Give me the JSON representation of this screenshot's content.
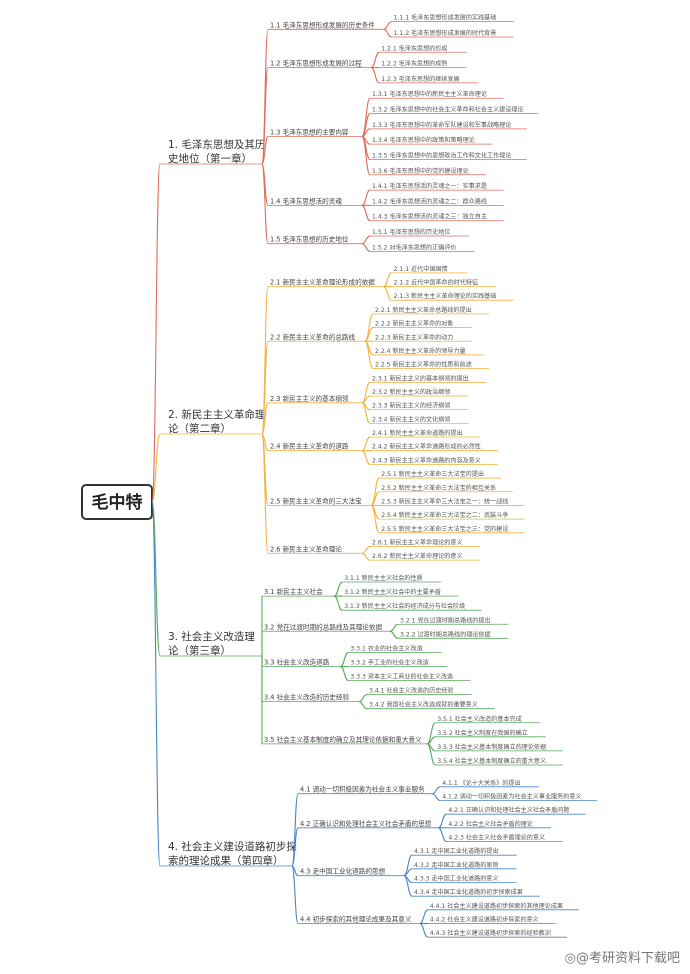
{
  "root": "毛中特",
  "watermark": "@考研资料下载吧",
  "colors": [
    "#e06c5b",
    "#f2b33d",
    "#5aa95a",
    "#4a86c8"
  ],
  "chapters": [
    {
      "title": [
        "1. 毛泽东思想及其历",
        "史地位（第一章）"
      ],
      "sections": [
        {
          "label": "1.1 毛泽东思想形成发展的历史条件",
          "items": [
            "1.1.1 毛泽东思想形成发展的实践基础",
            "1.1.2 毛泽东思想形成发展的时代背景"
          ]
        },
        {
          "label": "1.2 毛泽东思想形成发展的过程",
          "items": [
            "1.2.1 毛泽东思想的形成",
            "1.2.2 毛泽东思想的成熟",
            "1.2.3 毛泽东思想的继续发展"
          ]
        },
        {
          "label": "1.3 毛泽东思想的主要内容",
          "items": [
            "1.3.1 毛泽东思想中的新民主主义革命理论",
            "1.3.2 毛泽东思想中的社会主义革命和社会主义建设理论",
            "1.3.3 毛泽东思想中的革命军队建设和军事战略理论",
            "1.3.4 毛泽东思想中的政策和策略理论",
            "1.3.5 毛泽东思想中的思想政治工作和文化工作理论",
            "1.3.6 毛泽东思想中的党的建设理论"
          ]
        },
        {
          "label": "1.4 毛泽东思想活的灵魂",
          "items": [
            "1.4.1 毛泽东思想活的灵魂之一：实事求是",
            "1.4.2 毛泽东思想活的灵魂之二：群众路线",
            "1.4.3 毛泽东思想活的灵魂之三：独立自主"
          ]
        },
        {
          "label": "1.5 毛泽东思想的历史地位",
          "items": [
            "1.5.1 毛泽东思想的历史地位",
            "1.5.2 对毛泽东思想的正确评价"
          ]
        }
      ]
    },
    {
      "title": [
        "2. 新民主主义革命理",
        "论（第二章）"
      ],
      "sections": [
        {
          "label": "2.1 新民主主义革命理论形成的依据",
          "items": [
            "2.1.1 近代中国国情",
            "2.1.2 近代中国革命的时代特征",
            "2.1.3 新民主主义革命理论的实践基础"
          ]
        },
        {
          "label": "2.2 新民主主义革命的总路线",
          "items": [
            "2.2.1 新民主主义革命总路线的提出",
            "2.2.2 新民主主义革命的对象",
            "2.2.3 新民主主义革命的动力",
            "2.2.4 新民主主义革命的领导力量",
            "2.2.5 新民主主义革命的性质和前途"
          ]
        },
        {
          "label": "2.3 新民主主义的基本纲领",
          "items": [
            "2.3.1 新民主主义的基本纲领的提出",
            "2.3.2 新民主主义的政治纲领",
            "2.3.3 新民主主义的经济纲领",
            "2.3.4 新民主主义的文化纲领"
          ]
        },
        {
          "label": "2.4 新民主主义革命的道路",
          "items": [
            "2.4.1 新民主主义革命道路的提出",
            "2.4.2 新民主主义革命道路形成的必然性",
            "2.4.3 新民主主义革命道路的内容及意义"
          ]
        },
        {
          "label": "2.5 新民主主义革命的三大法宝",
          "items": [
            "2.5.1 新民主主义革命三大法宝的提出",
            "2.5.2 新民主主义革命三大法宝的相互关系",
            "2.5.3 新民主主义革命三大法宝之一：统一战线",
            "2.5.4 新民主主义革命三大法宝之二：武装斗争",
            "2.5.5 新民主主义革命三大法宝之三：党的建设"
          ]
        },
        {
          "label": "2.6 新民主主义革命理论",
          "items": [
            "2.6.1 新民主主义革命理论的意义",
            "2.6.2 新民主主义革命理论的意义"
          ]
        }
      ]
    },
    {
      "title": [
        "3. 社会主义改造理",
        "论（第三章）"
      ],
      "sections": [
        {
          "label": "3.1 新民主主义社会",
          "items": [
            "3.1.1 新民主主义社会的性质",
            "3.1.2 新民主主义社会中的主要矛盾",
            "3.1.3 新民主主义社会的经济成分与社会阶级"
          ]
        },
        {
          "label": "3.2 党在过渡时期的总路线及其理论依据",
          "items": [
            "3.2.1 党在过渡时期总路线的提出",
            "3.2.2 过渡时期总路线的理论依据"
          ]
        },
        {
          "label": "3.3 社会主义改造道路",
          "items": [
            "3.3.1 农业的社会主义改造",
            "3.3.2 手工业的社会主义改造",
            "3.3.3 资本主义工商业的社会主义改造"
          ]
        },
        {
          "label": "3.4 社会主义改造的历史经验",
          "items": [
            "3.4.1 社会主义改造的历史经验",
            "3.4.2 我国社会主义改造成就的重要意义"
          ]
        },
        {
          "label": "3.5 社会主义基本制度的确立及其理论依据和重大意义",
          "items": [
            "3.5.1 社会主义改造的基本完成",
            "3.5.2 社会主义制度在我国的确立",
            "3.5.3 社会主义基本制度确立的理论依据",
            "3.5.4 社会主义基本制度确立的重大意义"
          ]
        }
      ]
    },
    {
      "title": [
        "4. 社会主义建设道路初步探",
        "索的理论成果（第四章）"
      ],
      "sections": [
        {
          "label": "4.1 调动一切积极因素为社会主义事业服务",
          "items": [
            "4.1.1 《论十大关系》的提出",
            "4.1.2 调动一切积极因素为社会主义事业服务的意义"
          ]
        },
        {
          "label": "4.2 正确认识和处理社会主义社会矛盾的思想",
          "items": [
            "4.2.1 正确认识和处理社会主义社会矛盾问题",
            "4.2.2 社会主义社会矛盾的理论",
            "4.2.3 社会主义社会矛盾理论的意义"
          ]
        },
        {
          "label": "4.3 走中国工业化道路的思想",
          "items": [
            "4.3.1 走中国工业化道路的提出",
            "4.3.2 走中国工业化道路的原则",
            "4.3.3 走中国工业化道路的意义",
            "4.3.4 走中国工业化道路的初步探索成果"
          ]
        },
        {
          "label": "4.4 初步探索的其他理论成果及其意义",
          "items": [
            "4.4.1 社会主义建设道路初步探索的其他理论成果",
            "4.4.2 社会主义建设道路初步探索的意义",
            "4.4.3 社会主义建设道路初步探索的经验教训"
          ]
        }
      ]
    }
  ]
}
